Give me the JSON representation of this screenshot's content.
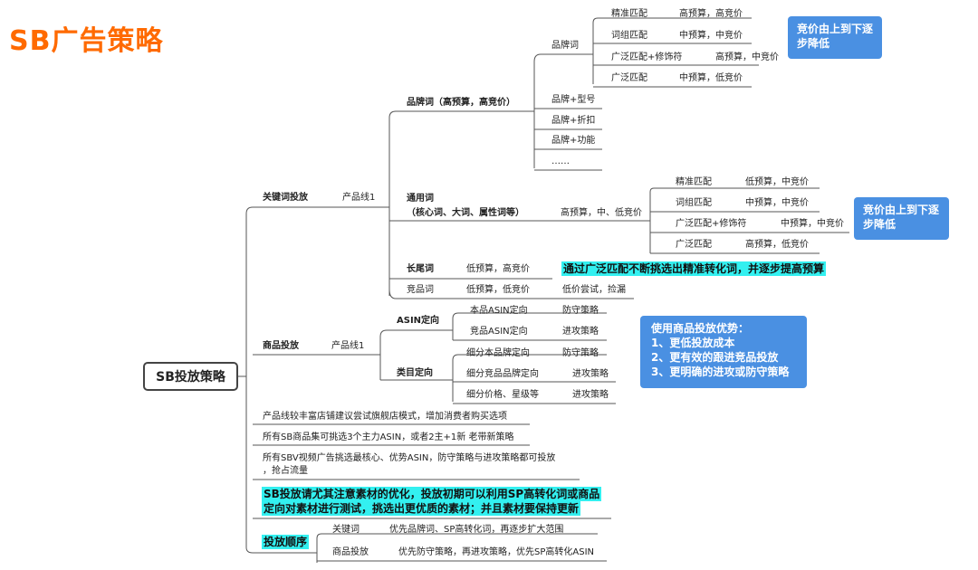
{
  "title": "SB广告策略",
  "root": "SB投放策略",
  "keyword": {
    "label": "关键词投放",
    "line": "产品线1",
    "brand": {
      "label": "品牌词（高预算，高竞价）",
      "sub_label": "品牌词",
      "matches": [
        {
          "type": "精准匹配",
          "budget": "高预算，高竞价"
        },
        {
          "type": "词组匹配",
          "budget": "中预算，中竞价"
        },
        {
          "type": "广泛匹配+修饰符",
          "budget": "高预算，中竞价"
        },
        {
          "type": "广泛匹配",
          "budget": "中预算，低竞价"
        }
      ],
      "others": [
        "品牌+型号",
        "品牌+折扣",
        "品牌+功能",
        "……"
      ],
      "callout": "竞价由上到下逐步降低"
    },
    "generic": {
      "label1": "通用词",
      "label2": "（核心词、大词、属性词等）",
      "budget": "高预算，中、低竞价",
      "matches": [
        {
          "type": "精准匹配",
          "budget": "低预算，中竞价"
        },
        {
          "type": "词组匹配",
          "budget": "中预算，中竞价"
        },
        {
          "type": "广泛匹配+修饰符",
          "budget": "中预算，中竞价"
        },
        {
          "type": "广泛匹配",
          "budget": "高预算，低竞价"
        }
      ],
      "callout": "竞价由上到下逐步降低"
    },
    "longtail": {
      "label": "长尾词",
      "budget": "低预算，高竞价",
      "note": "通过广泛匹配不断挑选出精准转化词，并逐步提高预算"
    },
    "competitor": {
      "label": "竞品词",
      "budget": "低预算，低竞价",
      "note": "低价尝试，捡漏"
    }
  },
  "product": {
    "label": "商品投放",
    "line": "产品线1",
    "asin": {
      "label": "ASIN定向",
      "items": [
        {
          "name": "本品ASIN定向",
          "strategy": "防守策略"
        },
        {
          "name": "竞品ASIN定向",
          "strategy": "进攻策略"
        }
      ]
    },
    "category": {
      "label": "类目定向",
      "items": [
        {
          "name": "细分本品牌定向",
          "strategy": "防守策略"
        },
        {
          "name": "细分竞品品牌定向",
          "strategy": "进攻策略"
        },
        {
          "name": "细分价格、星级等",
          "strategy": "进攻策略"
        }
      ]
    },
    "callout": {
      "heading": "使用商品投放优势：",
      "points": [
        "1、更低投放成本",
        "2、更有效的跟进竞品投放",
        "3、更明确的进攻或防守策略"
      ]
    }
  },
  "notes": [
    "产品线较丰富店铺建议尝试旗舰店模式，增加消费者购买选项",
    "所有SB商品集可挑选3个主力ASIN，或者2主+1新 老带新策略",
    "所有SBV视频广告挑选最核心、优势ASIN，防守策略与进攻策略都可投放",
    "，抢占流量"
  ],
  "highlight": [
    "SB投放请尤其注意素材的优化，投放初期可以利用SP高转化词或商品",
    "定向对素材进行测试，挑选出更优质的素材；并且素材要保持更新"
  ],
  "order": {
    "label": "投放顺序",
    "items": [
      {
        "name": "关键词",
        "desc": "优先品牌词、SP高转化词，再逐步扩大范围"
      },
      {
        "name": "商品投放",
        "desc": "优先防守策略，再进攻策略，优先SP高转化ASIN"
      }
    ]
  }
}
